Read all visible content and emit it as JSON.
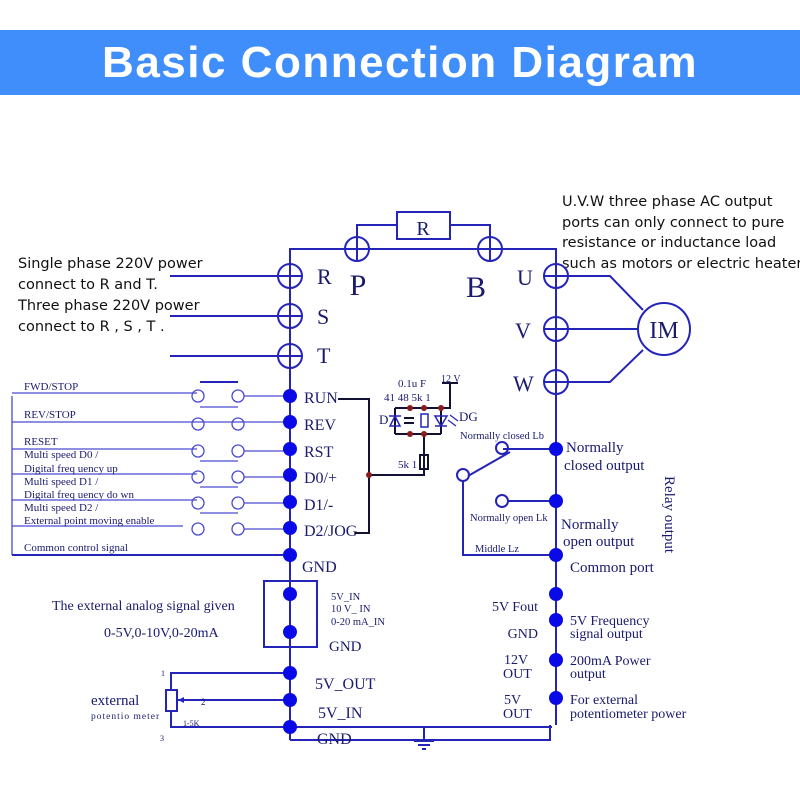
{
  "title": "Basic Connection Diagram",
  "colors": {
    "banner": "#3f8efc",
    "wire": "#2424b8",
    "terminal": "#0a0ae6",
    "junction": "#8b1a1a"
  },
  "notes": {
    "power_input": [
      "Single phase 220V power",
      " connect to R and T.",
      "Three phase 220V power",
      " connect  to R , S , T ."
    ],
    "output": [
      "U.V.W three phase AC output",
      "ports can only connect to pure",
      "resistance or inductance load",
      "such as motors or electric heaters"
    ]
  },
  "brake": {
    "resistor": "R",
    "p": "P",
    "b": "B"
  },
  "power_terminals": [
    "R",
    "S",
    "T"
  ],
  "output_terminals": [
    "U",
    "V",
    "W"
  ],
  "motor": "IM",
  "switch_inputs": {
    "labels": [
      "FWD/STOP",
      "REV/STOP",
      "RESET",
      "Multi speed  D0 /",
      " Digital freq uency    up",
      "Multi speed  D1 /",
      " Digital freq uency    do wn",
      "Multi speed  D2 /",
      "External  point  moving enable",
      "Common control signal"
    ]
  },
  "control_terminals": [
    "RUN",
    "REV",
    "RST",
    "D0/+",
    "D1/-",
    "D2/JOG",
    "GND"
  ],
  "optocoupler": {
    "cap": "0.1u F",
    "values": "41 48 5k 1",
    "v12": "12 V",
    "d": "D",
    "dg": "DG",
    "res": "5k 1"
  },
  "relay": {
    "nc_contact": "Normally closed Lb",
    "no_contact": "Normally open Lk",
    "middle": "Middle Lz",
    "nc_output": [
      "Normally",
      "closed output"
    ],
    "no_output": [
      "Normally",
      "open output"
    ],
    "common": "Common port",
    "side_label": "Relay output"
  },
  "analog": {
    "label": "The external analog signal given",
    "range": "0-5V,0-10V,0-20mA",
    "inputs": [
      "5V_IN",
      "10 V_ IN",
      "0-20 mA_IN"
    ],
    "gnd": "GND"
  },
  "potentiometer": {
    "label": "external",
    "sub": "potentio meter",
    "value": "1-5K",
    "pin1": "1",
    "pin2": "2",
    "pin3": "3",
    "terminals": [
      "5V_OUT",
      "5V_IN",
      "GND"
    ]
  },
  "right_outputs": [
    {
      "left": [
        "5V Fout"
      ],
      "right": [
        "5V Frequency",
        "signal output"
      ]
    },
    {
      "left": [
        "GND"
      ],
      "right": []
    },
    {
      "left": [
        "12V",
        "OUT"
      ],
      "right": [
        "200mA Power",
        "output"
      ]
    },
    {
      "left": [
        "5V",
        "OUT"
      ],
      "right": [
        "For external",
        "potentiometer power"
      ]
    }
  ]
}
